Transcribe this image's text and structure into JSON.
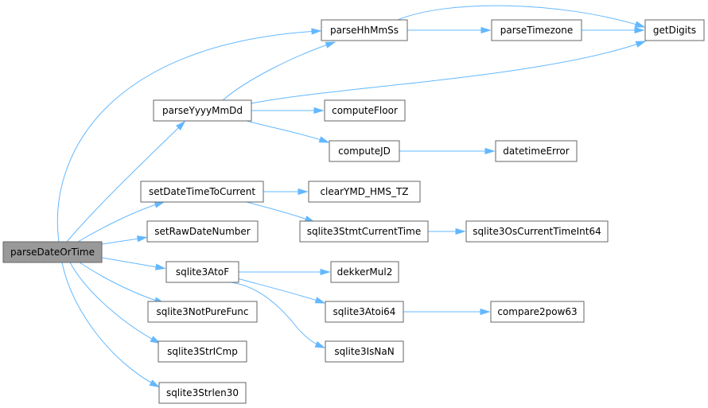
{
  "graph": {
    "root": "parseDateOrTime",
    "colors": {
      "edge": "#63b8ff",
      "node_border": "#666666",
      "root_fill": "#999999",
      "node_fill": "#ffffff"
    },
    "nodes": {
      "parseDateOrTime": "parseDateOrTime",
      "parseYyyyMmDd": "parseYyyyMmDd",
      "setDateTimeToCurrent": "setDateTimeToCurrent",
      "setRawDateNumber": "setRawDateNumber",
      "sqlite3AtoF": "sqlite3AtoF",
      "sqlite3NotPureFunc": "sqlite3NotPureFunc",
      "sqlite3StrICmp": "sqlite3StrICmp",
      "sqlite3Strlen30": "sqlite3Strlen30",
      "parseHhMmSs": "parseHhMmSs",
      "computeFloor": "computeFloor",
      "computeJD": "computeJD",
      "clearYMD_HMS_TZ": "clearYMD_HMS_TZ",
      "sqlite3StmtCurrentTime": "sqlite3StmtCurrentTime",
      "dekkerMul2": "dekkerMul2",
      "sqlite3Atoi64": "sqlite3Atoi64",
      "sqlite3IsNaN": "sqlite3IsNaN",
      "parseTimezone": "parseTimezone",
      "getDigits": "getDigits",
      "datetimeError": "datetimeError",
      "sqlite3OsCurrentTimeInt64": "sqlite3OsCurrentTimeInt64",
      "compare2pow63": "compare2pow63"
    },
    "edges": [
      [
        "parseDateOrTime",
        "parseYyyyMmDd"
      ],
      [
        "parseDateOrTime",
        "parseHhMmSs"
      ],
      [
        "parseDateOrTime",
        "setDateTimeToCurrent"
      ],
      [
        "parseDateOrTime",
        "setRawDateNumber"
      ],
      [
        "parseDateOrTime",
        "sqlite3AtoF"
      ],
      [
        "parseDateOrTime",
        "sqlite3NotPureFunc"
      ],
      [
        "parseDateOrTime",
        "sqlite3StrICmp"
      ],
      [
        "parseDateOrTime",
        "sqlite3Strlen30"
      ],
      [
        "parseYyyyMmDd",
        "parseHhMmSs"
      ],
      [
        "parseYyyyMmDd",
        "getDigits"
      ],
      [
        "parseYyyyMmDd",
        "computeFloor"
      ],
      [
        "parseYyyyMmDd",
        "computeJD"
      ],
      [
        "parseHhMmSs",
        "getDigits"
      ],
      [
        "parseHhMmSs",
        "parseTimezone"
      ],
      [
        "parseTimezone",
        "getDigits"
      ],
      [
        "computeJD",
        "datetimeError"
      ],
      [
        "setDateTimeToCurrent",
        "clearYMD_HMS_TZ"
      ],
      [
        "setDateTimeToCurrent",
        "sqlite3StmtCurrentTime"
      ],
      [
        "sqlite3StmtCurrentTime",
        "sqlite3OsCurrentTimeInt64"
      ],
      [
        "sqlite3AtoF",
        "dekkerMul2"
      ],
      [
        "sqlite3AtoF",
        "sqlite3Atoi64"
      ],
      [
        "sqlite3AtoF",
        "sqlite3IsNaN"
      ],
      [
        "sqlite3Atoi64",
        "compare2pow63"
      ]
    ]
  }
}
